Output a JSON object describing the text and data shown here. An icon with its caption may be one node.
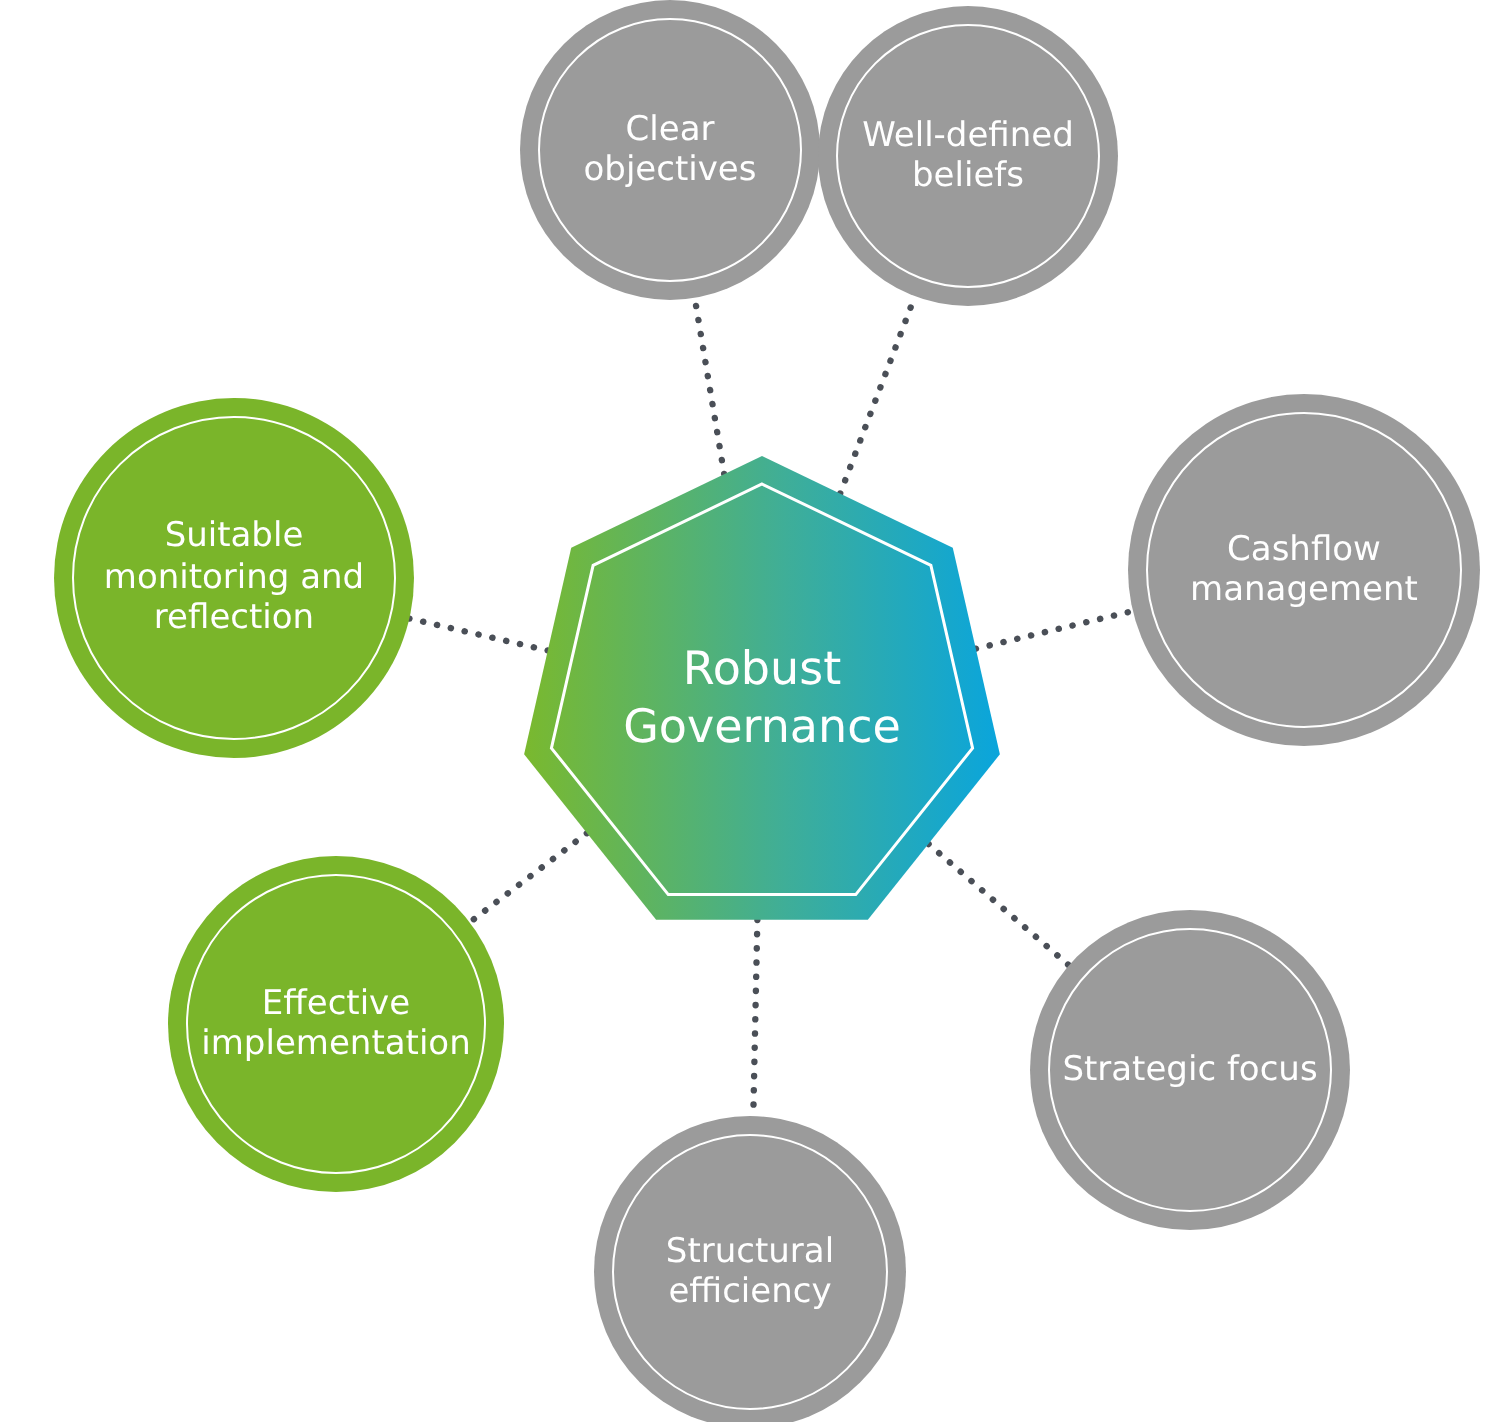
{
  "diagram": {
    "nodes": [
      {
        "text": [
          "Robust Governance"
        ]
      },
      {
        "text": [
          "Clear objectives"
        ]
      },
      {
        "text": [
          "Well-defined beliefs"
        ]
      },
      {
        "text": [
          "Suitable monitoring and reflection"
        ]
      },
      {
        "text": [
          "Cashflow management"
        ]
      },
      {
        "text": [
          "Effective implementation"
        ]
      },
      {
        "text": [
          "Strategic focus"
        ]
      },
      {
        "text": [
          "Structural efficiency"
        ]
      }
    ],
    "edges": [
      {
        "from": 0,
        "to": 1,
        "arrow": "none",
        "style": "dashed"
      },
      {
        "from": 0,
        "to": 2,
        "arrow": "none",
        "style": "dashed"
      },
      {
        "from": 0,
        "to": 3,
        "arrow": "none",
        "style": "dashed"
      },
      {
        "from": 0,
        "to": 4,
        "arrow": "none",
        "style": "dashed"
      },
      {
        "from": 0,
        "to": 5,
        "arrow": "none",
        "style": "dashed"
      },
      {
        "from": 0,
        "to": 6,
        "arrow": "none",
        "style": "dashed"
      },
      {
        "from": 0,
        "to": 7,
        "arrow": "none",
        "style": "dashed"
      }
    ]
  }
}
